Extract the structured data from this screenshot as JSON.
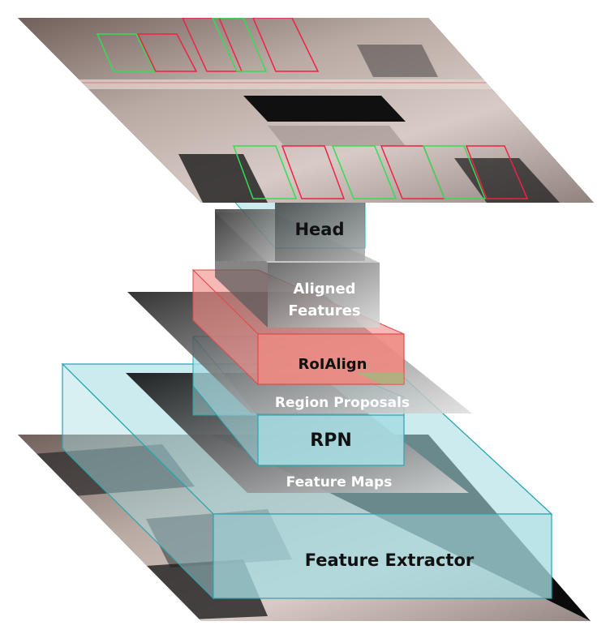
{
  "diagram": {
    "labels": {
      "head": "Head",
      "aligned_line1": "Aligned",
      "aligned_line2": "Features",
      "roialign": "RoIAlign",
      "region_proposals": "Region Proposals",
      "rpn": "RPN",
      "feature_maps": "Feature Maps",
      "feature_extractor": "Feature Extractor"
    },
    "colors": {
      "cyan_fill": "#a8dde3",
      "cyan_stroke": "#2aa3b0",
      "red_fill": "#f08a86",
      "red_stroke": "#e04a4a",
      "gray_plate": "#9a9a9a",
      "dark_text": "#111111",
      "light_text": "#ffffff",
      "detection_green": "#33dd55",
      "detection_red": "#ee2244"
    }
  }
}
